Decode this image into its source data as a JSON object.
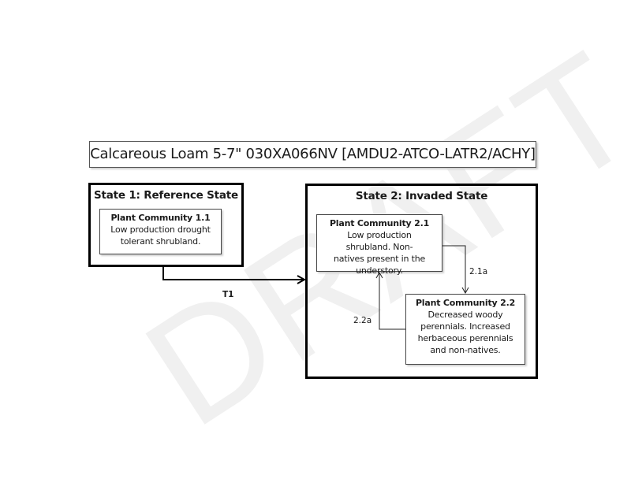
{
  "watermark": "DRAFT",
  "title": "Calcareous Loam 5-7\" 030XA066NV [AMDU2-ATCO-LATR2/ACHY]",
  "states": [
    {
      "title": "State 1: Reference State",
      "communities": [
        {
          "title": "Plant Community 1.1",
          "description": "Low production drought tolerant shrubland."
        }
      ]
    },
    {
      "title": "State 2: Invaded State",
      "communities": [
        {
          "title": "Plant Community 2.1",
          "description": "Low production shrubland. Non-natives present in the understory."
        },
        {
          "title": "Plant Community 2.2",
          "description": "Decreased woody perennials. Increased herbaceous perennials and non-natives."
        }
      ]
    }
  ],
  "transitions": [
    {
      "label": "T1",
      "from": "State 1",
      "to": "State 2"
    },
    {
      "label": "2.1a",
      "from": "Plant Community 2.1",
      "to": "Plant Community 2.2"
    },
    {
      "label": "2.2a",
      "from": "Plant Community 2.2",
      "to": "Plant Community 2.1"
    }
  ]
}
